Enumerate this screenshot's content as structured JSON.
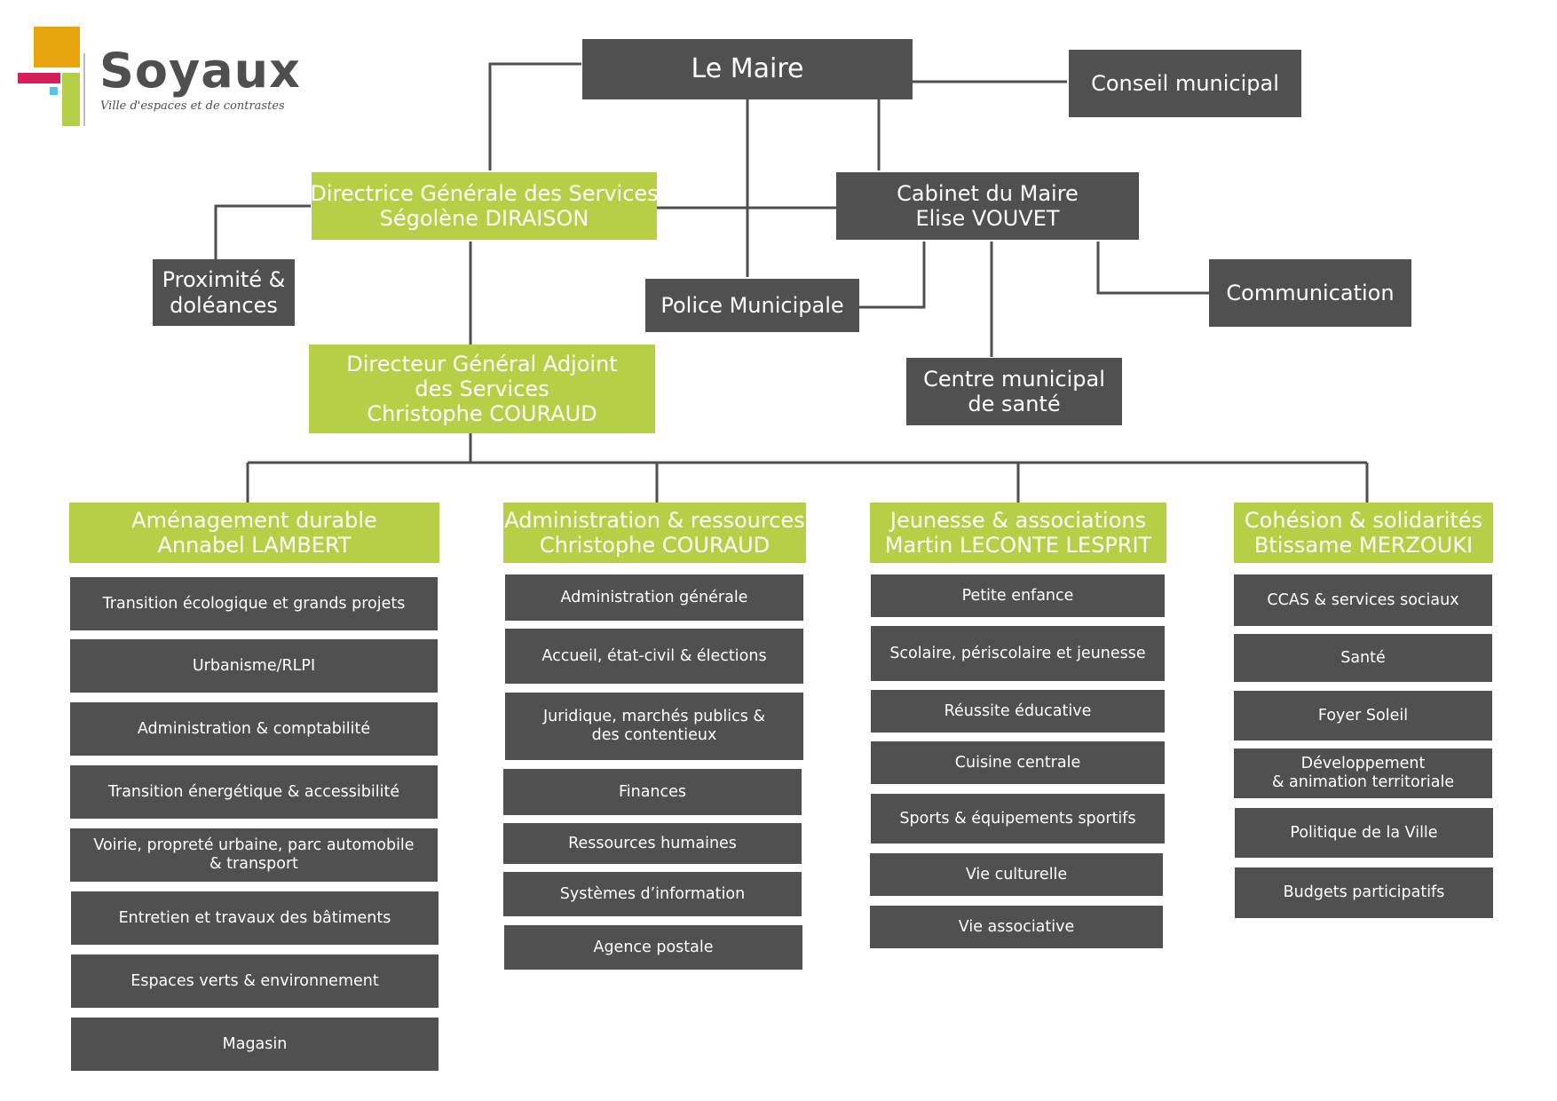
{
  "logo": {
    "name": "Soyaux",
    "tagline": "Ville d'espaces et de contrastes",
    "colors": {
      "orange": "#e8a50e",
      "pink": "#d61e5a",
      "lime": "#b5d046",
      "cyan": "#5bc4e4"
    }
  },
  "colors": {
    "dark_box": "#505050",
    "green_box": "#b5d046",
    "connector": "#4f4f4f"
  },
  "top": {
    "mayor": [
      "Le Maire"
    ],
    "council": [
      "Conseil municipal"
    ],
    "dgs": [
      "Directrice Générale des Services",
      "Ségolène DIRAISON"
    ],
    "cabinet": [
      "Cabinet du Maire",
      "Elise VOUVET"
    ],
    "proximity": [
      "Proximité &",
      "doléances"
    ],
    "police": [
      "Police Municipale"
    ],
    "communication": [
      "Communication"
    ],
    "health_center": [
      "Centre municipal",
      "de santé"
    ],
    "dgas": [
      "Directeur Général Adjoint",
      "des Services",
      "Christophe COURAUD"
    ]
  },
  "departments": [
    {
      "title": [
        "Aménagement durable",
        "Annabel LAMBERT"
      ],
      "units": [
        [
          "Transition écologique et grands projets"
        ],
        [
          "Urbanisme/RLPI"
        ],
        [
          "Administration & comptabilité"
        ],
        [
          "Transition énergétique & accessibilité"
        ],
        [
          "Voirie, propreté urbaine, parc automobile",
          "&  transport"
        ],
        [
          "Entretien et travaux des bâtiments"
        ],
        [
          "Espaces verts & environnement"
        ],
        [
          "Magasin"
        ]
      ]
    },
    {
      "title": [
        "Administration & ressources",
        "Christophe COURAUD"
      ],
      "units": [
        [
          "Administration générale"
        ],
        [
          "Accueil, état-civil & élections"
        ],
        [
          "Juridique, marchés publics &",
          "des contentieux"
        ],
        [
          "Finances"
        ],
        [
          "Ressources humaines"
        ],
        [
          "Systèmes d’information"
        ],
        [
          "Agence postale"
        ]
      ]
    },
    {
      "title": [
        "Jeunesse & associations",
        "Martin LECONTE LESPRIT"
      ],
      "units": [
        [
          "Petite enfance"
        ],
        [
          "Scolaire, périscolaire et jeunesse"
        ],
        [
          "Réussite éducative"
        ],
        [
          "Cuisine centrale"
        ],
        [
          "Sports & équipements sportifs"
        ],
        [
          "Vie culturelle"
        ],
        [
          "Vie associative"
        ]
      ]
    },
    {
      "title": [
        "Cohésion & solidarités",
        "Btissame MERZOUKI"
      ],
      "units": [
        [
          "CCAS & services sociaux"
        ],
        [
          "Santé"
        ],
        [
          "Foyer Soleil"
        ],
        [
          "Développement",
          "& animation territoriale"
        ],
        [
          "Politique de la Ville"
        ],
        [
          "Budgets participatifs"
        ]
      ]
    }
  ]
}
